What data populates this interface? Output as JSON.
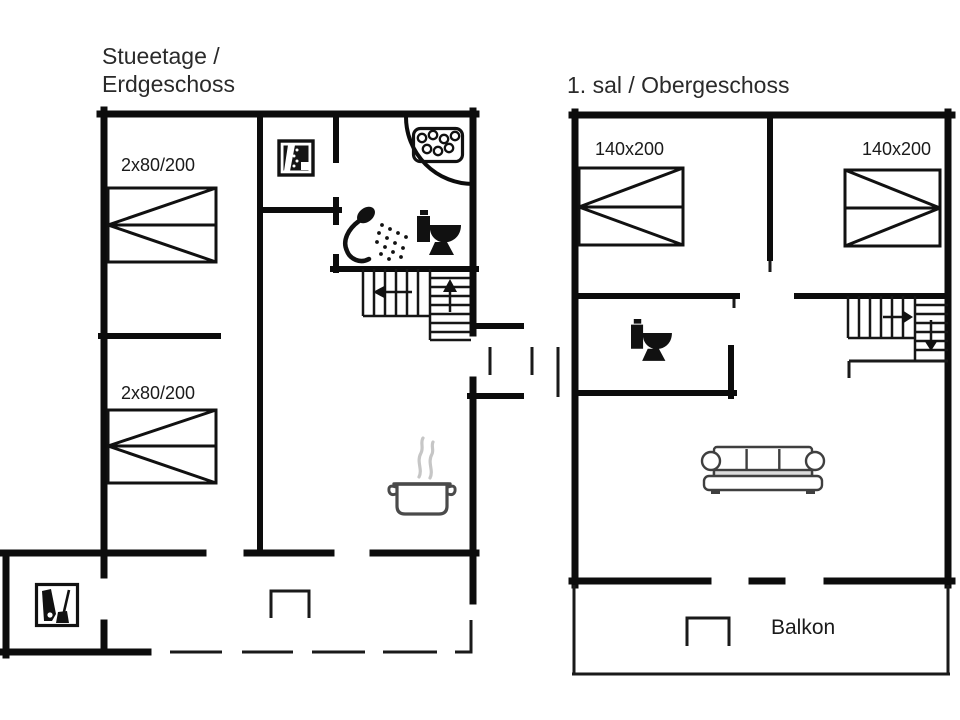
{
  "document_type": "vacation-house floor plan drawing",
  "ground_floor": {
    "title_line1": "Stueetage /",
    "title_line2": "Erdgeschoss",
    "beds": [
      {
        "size": "2x80/200"
      },
      {
        "size": "2x80/200"
      }
    ],
    "icons": [
      "appliance-icon",
      "whirlpool-corner-icon",
      "shower-icon",
      "toilet-icon",
      "staircase-up-icon",
      "cooking-pot-icon",
      "garden-tools-icon",
      "terrace-table-icon"
    ]
  },
  "upper_floor": {
    "title": "1. sal / Obergeschoss",
    "beds": [
      {
        "size": "140x200"
      },
      {
        "size": "140x200"
      }
    ],
    "balcony_label": "Balkon",
    "icons": [
      "toilet-icon",
      "staircase-down-icon",
      "sofa-icon",
      "balcony-table-icon"
    ]
  },
  "colors": {
    "background": "#ffffff",
    "wall": "#0c0c0c",
    "thin_line": "#1a1a1a",
    "icon_black": "#111111",
    "icon_gray": "#4a4a4a",
    "steam_gray": "#c6c6c6",
    "sofa_gray": "#3f3f3f"
  }
}
